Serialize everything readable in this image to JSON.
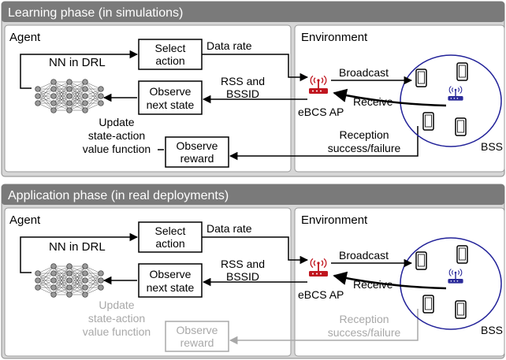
{
  "learning": {
    "header": "Learning phase (in simulations)",
    "agent_title": "Agent",
    "env_title": "Environment",
    "nn_label": "NN in DRL",
    "select_action": [
      "Select",
      "action"
    ],
    "observe_next_state": [
      "Observe",
      "next state"
    ],
    "observe_reward": [
      "Observe",
      "reward"
    ],
    "update": [
      "Update",
      "state-action",
      "value function"
    ],
    "data_rate": "Data rate",
    "rss_bssid": [
      "RSS and",
      "BSSID"
    ],
    "broadcast": "Broadcast",
    "receive": "Receive",
    "ap_label": "eBCS AP",
    "reception": [
      "Reception",
      "success/failure"
    ],
    "bss": "BSS"
  },
  "application": {
    "header": "Application phase (in real deployments)",
    "agent_title": "Agent",
    "env_title": "Environment",
    "nn_label": "NN in DRL",
    "select_action": [
      "Select",
      "action"
    ],
    "observe_next_state": [
      "Observe",
      "next state"
    ],
    "observe_reward": [
      "Observe",
      "reward"
    ],
    "update": [
      "Update",
      "state-action",
      "value function"
    ],
    "data_rate": "Data rate",
    "rss_bssid": [
      "RSS and",
      "BSSID"
    ],
    "broadcast": "Broadcast",
    "receive": "Receive",
    "ap_label": "eBCS AP",
    "reception": [
      "Reception",
      "success/failure"
    ],
    "bss": "BSS"
  },
  "colors": {
    "header_bg": "#7a7a7a",
    "panel_bg": "#d6d6d6",
    "ap_red": "#c0161f",
    "ap_blue": "#2a2a9a",
    "faded": "#a8a8a8"
  }
}
